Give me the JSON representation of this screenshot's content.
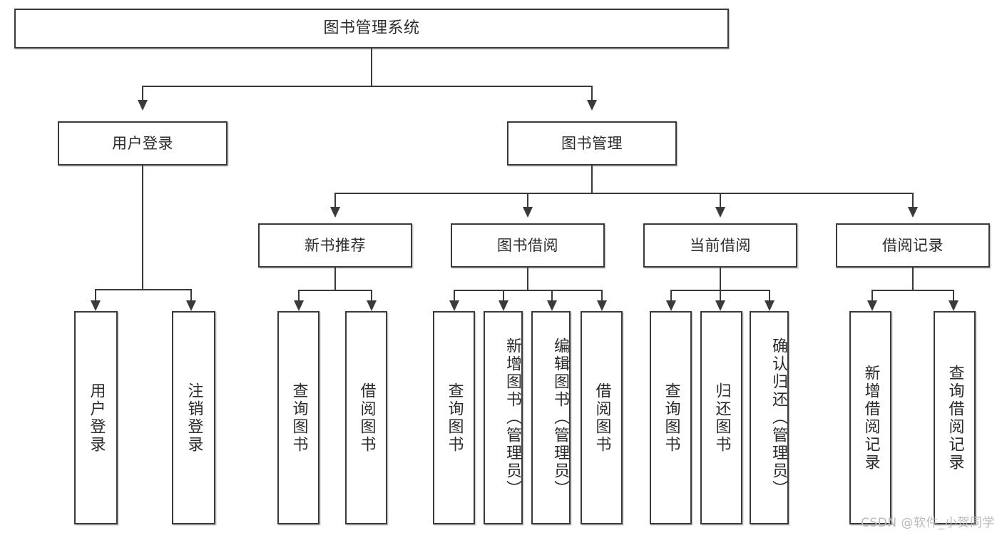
{
  "diagram": {
    "title": "图书管理系统",
    "type": "tree",
    "watermark": "CSDN @软件_小贺同学",
    "colors": {
      "stroke": "#3a3a3a",
      "fill": "#ffffff",
      "text": "#2b2b2b",
      "watermark": "#b9b9b9"
    },
    "levels": {
      "root": {
        "label": "图书管理系统"
      },
      "level2": [
        {
          "label": "用户登录"
        },
        {
          "label": "图书管理"
        }
      ],
      "level3": [
        {
          "label": "新书推荐"
        },
        {
          "label": "图书借阅"
        },
        {
          "label": "当前借阅"
        },
        {
          "label": "借阅记录"
        }
      ]
    },
    "leaves": {
      "user_login": [
        {
          "label": "用户登录"
        },
        {
          "label": "注销登录"
        }
      ],
      "new_book_recommend": [
        {
          "label": "查询图书"
        },
        {
          "label": "借阅图书"
        }
      ],
      "book_borrow": [
        {
          "label": "查询图书"
        },
        {
          "label": "新增图书（管理员）"
        },
        {
          "label": "编辑图书（管理员）"
        },
        {
          "label": "借阅图书"
        }
      ],
      "current_borrow": [
        {
          "label": "查询图书"
        },
        {
          "label": "归还图书"
        },
        {
          "label": "确认归还（管理员）"
        }
      ],
      "borrow_record": [
        {
          "label": "新增借阅记录"
        },
        {
          "label": "查询借阅记录"
        }
      ]
    }
  }
}
